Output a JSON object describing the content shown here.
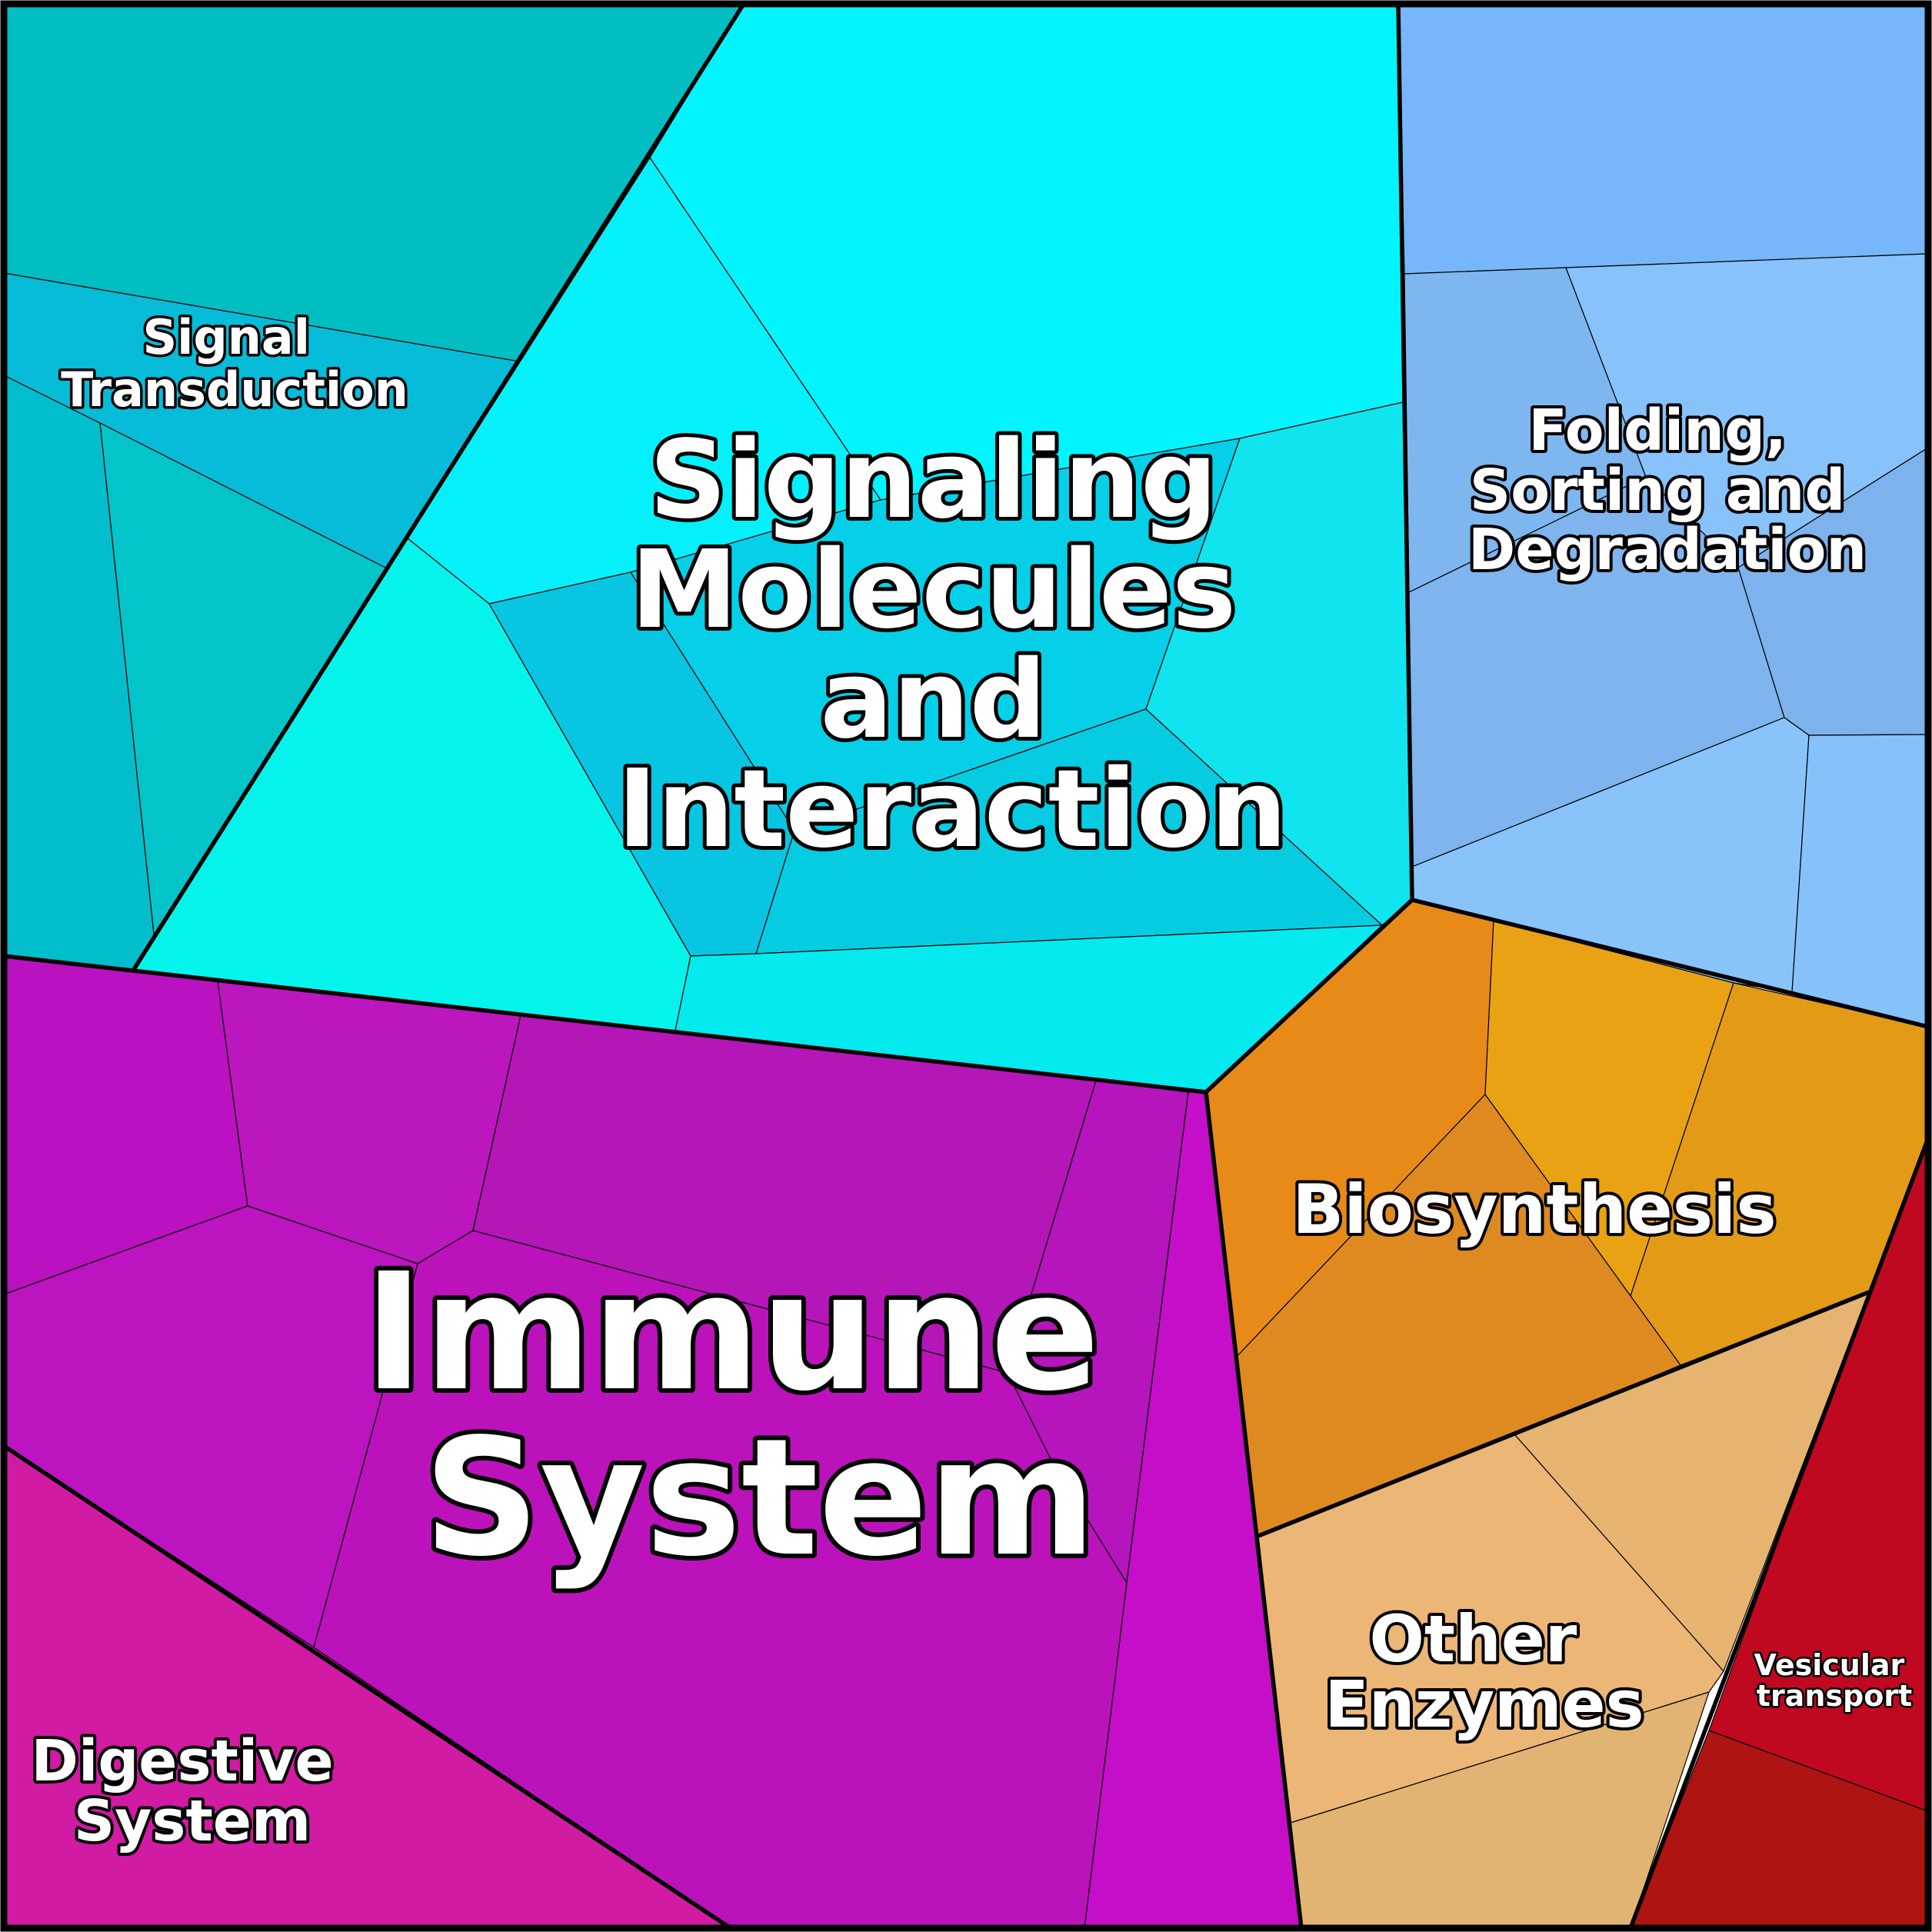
{
  "categories": [
    {
      "id": "signal-transduction",
      "label_lines": [
        "Signal",
        "Transduction"
      ],
      "color": "#06BCD8"
    },
    {
      "id": "signaling-molecules",
      "label_lines": [
        "Signaling",
        "Molecules",
        "and",
        "Interaction"
      ],
      "color": "#00F0FF"
    },
    {
      "id": "folding-sorting",
      "label_lines": [
        "Folding,",
        "Sorting and",
        "Degradation"
      ],
      "color": "#80BBF5"
    },
    {
      "id": "biosynthesis",
      "label_lines": [
        "Biosynthesis"
      ],
      "color": "#E39A1E"
    },
    {
      "id": "immune-system",
      "label_lines": [
        "Immune",
        "System"
      ],
      "color": "#BA12BE"
    },
    {
      "id": "digestive-system",
      "label_lines": [
        "Digestive",
        "System"
      ],
      "color": "#D01BA2"
    },
    {
      "id": "other-enzymes",
      "label_lines": [
        "Other",
        "Enzymes"
      ],
      "color": "#E6B470"
    },
    {
      "id": "vesicular-transport",
      "label_lines": [
        "Vesicular",
        "transport"
      ],
      "color": "#C00820"
    }
  ]
}
